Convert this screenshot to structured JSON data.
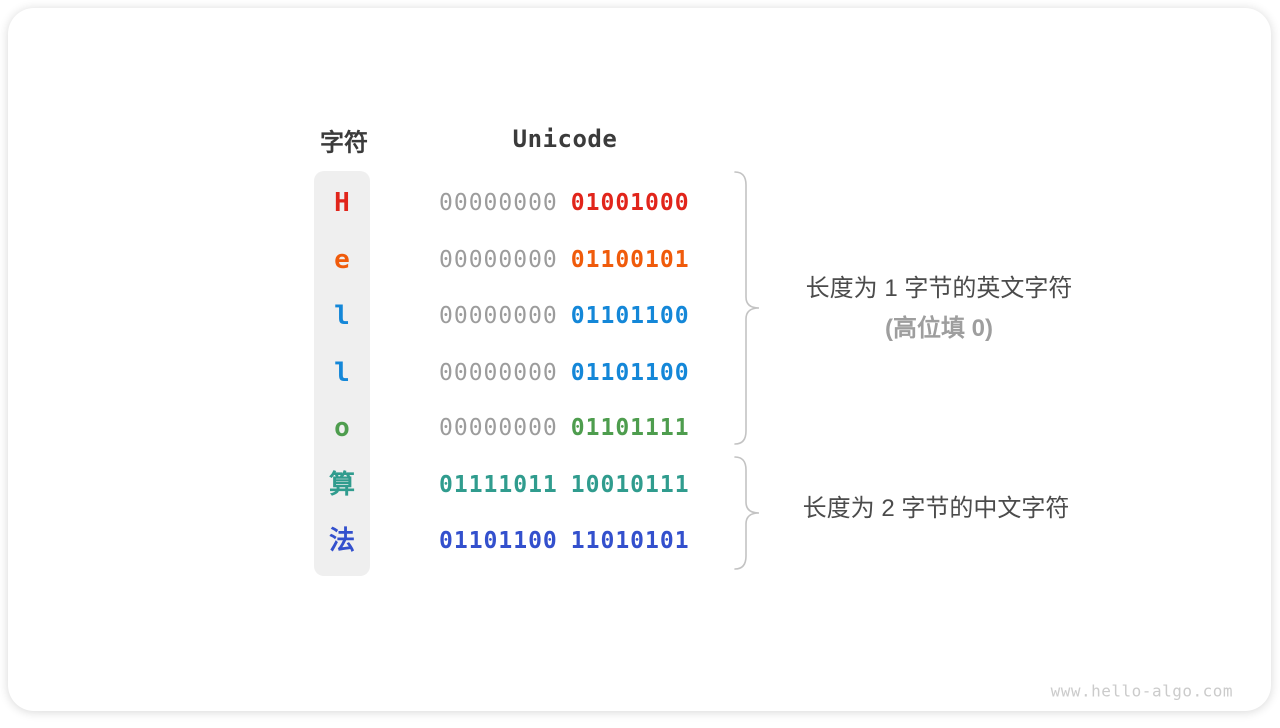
{
  "table": {
    "headers": {
      "char": "字符",
      "unicode": "Unicode"
    },
    "rows": [
      {
        "char": "H",
        "byte_high": "00000000",
        "byte_low": "01001000",
        "color": "#e1251b",
        "byte_high_color": "#9c9c9c",
        "byte_low_color": "#e1251b"
      },
      {
        "char": "e",
        "byte_high": "00000000",
        "byte_low": "01100101",
        "color": "#f05b0b",
        "byte_high_color": "#9c9c9c",
        "byte_low_color": "#f05b0b"
      },
      {
        "char": "l",
        "byte_high": "00000000",
        "byte_low": "01101100",
        "color": "#1487d8",
        "byte_high_color": "#9c9c9c",
        "byte_low_color": "#1487d8"
      },
      {
        "char": "l",
        "byte_high": "00000000",
        "byte_low": "01101100",
        "color": "#1487d8",
        "byte_high_color": "#9c9c9c",
        "byte_low_color": "#1487d8"
      },
      {
        "char": "o",
        "byte_high": "00000000",
        "byte_low": "01101111",
        "color": "#4e9d4e",
        "byte_high_color": "#9c9c9c",
        "byte_low_color": "#4e9d4e"
      },
      {
        "char": "算",
        "byte_high": "01111011",
        "byte_low": "10010111",
        "color": "#309c8e",
        "byte_high_color": "#309c8e",
        "byte_low_color": "#309c8e"
      },
      {
        "char": "法",
        "byte_high": "01101100",
        "byte_low": "11010101",
        "color": "#3350cd",
        "byte_high_color": "#3350cd",
        "byte_low_color": "#3350cd"
      }
    ]
  },
  "annotations": [
    {
      "line1": "长度为 1 字节的英文字符",
      "line2": "(高位填 0)"
    },
    {
      "line1": "长度为 2 字节的中文字符"
    }
  ],
  "watermark": "www.hello-algo.com",
  "colors": {
    "header_text": "#3b3b3b",
    "gray_byte": "#9c9c9c",
    "annotation_primary": "#4b4b4b",
    "annotation_secondary": "#9e9e9e",
    "brace": "#c3c3c3",
    "char_strip_bg": "#efefef",
    "watermark": "#cbcbcb"
  }
}
